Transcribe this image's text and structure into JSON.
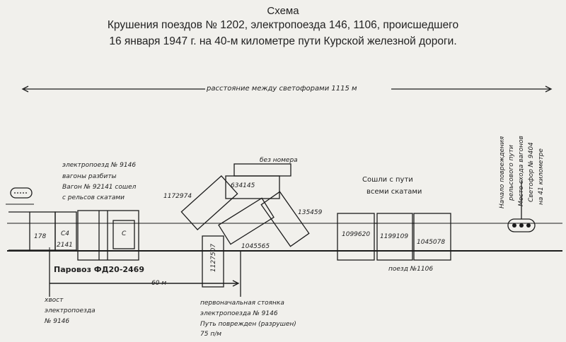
{
  "title": {
    "line1": "Схема",
    "line2": "Крушения поездов № 1202, электропоезда 146, 1106, происшедшего",
    "line3": "16 января 1947 г. на 40-м километре пути Курской железной дороги."
  },
  "distance_label": "расстояние между светофорами 1115 м",
  "labels": {
    "emu_note": [
      "электропоезд № 9146",
      "вагоны разбиты",
      "Вагон № 92141 сошел",
      "с рельсов скатами"
    ],
    "no_number": "без номера",
    "derailed": [
      "Сошли с пути",
      "всеми скатами"
    ],
    "damage_start": [
      "Начало повреждения",
      "рельсового пути",
      "Место схода вагонов",
      "Светофор № 9404",
      "на 41 километре"
    ],
    "locomotive": "Паровоз ФД20-2469",
    "train_1106": "поезд №1106",
    "dist_60": "60 м",
    "tail": [
      "хвост",
      "электропоезда",
      "№ 9146"
    ],
    "initial_stop": [
      "первоначальная стоянка",
      "электропоезда № 9146",
      "Путь поврежден (разрушен)",
      "75 п/м"
    ]
  },
  "cars": {
    "c178": "178",
    "c2141a": "С4",
    "c2141b": "2141",
    "loco_c": "С",
    "c1172974": "1172974",
    "c634145": "634145",
    "c1045565": "1045565",
    "c135459": "135459",
    "c1127507": "1127507",
    "c1099620": "1099620",
    "c1199109": "1199109",
    "c1045078": "1045078"
  }
}
